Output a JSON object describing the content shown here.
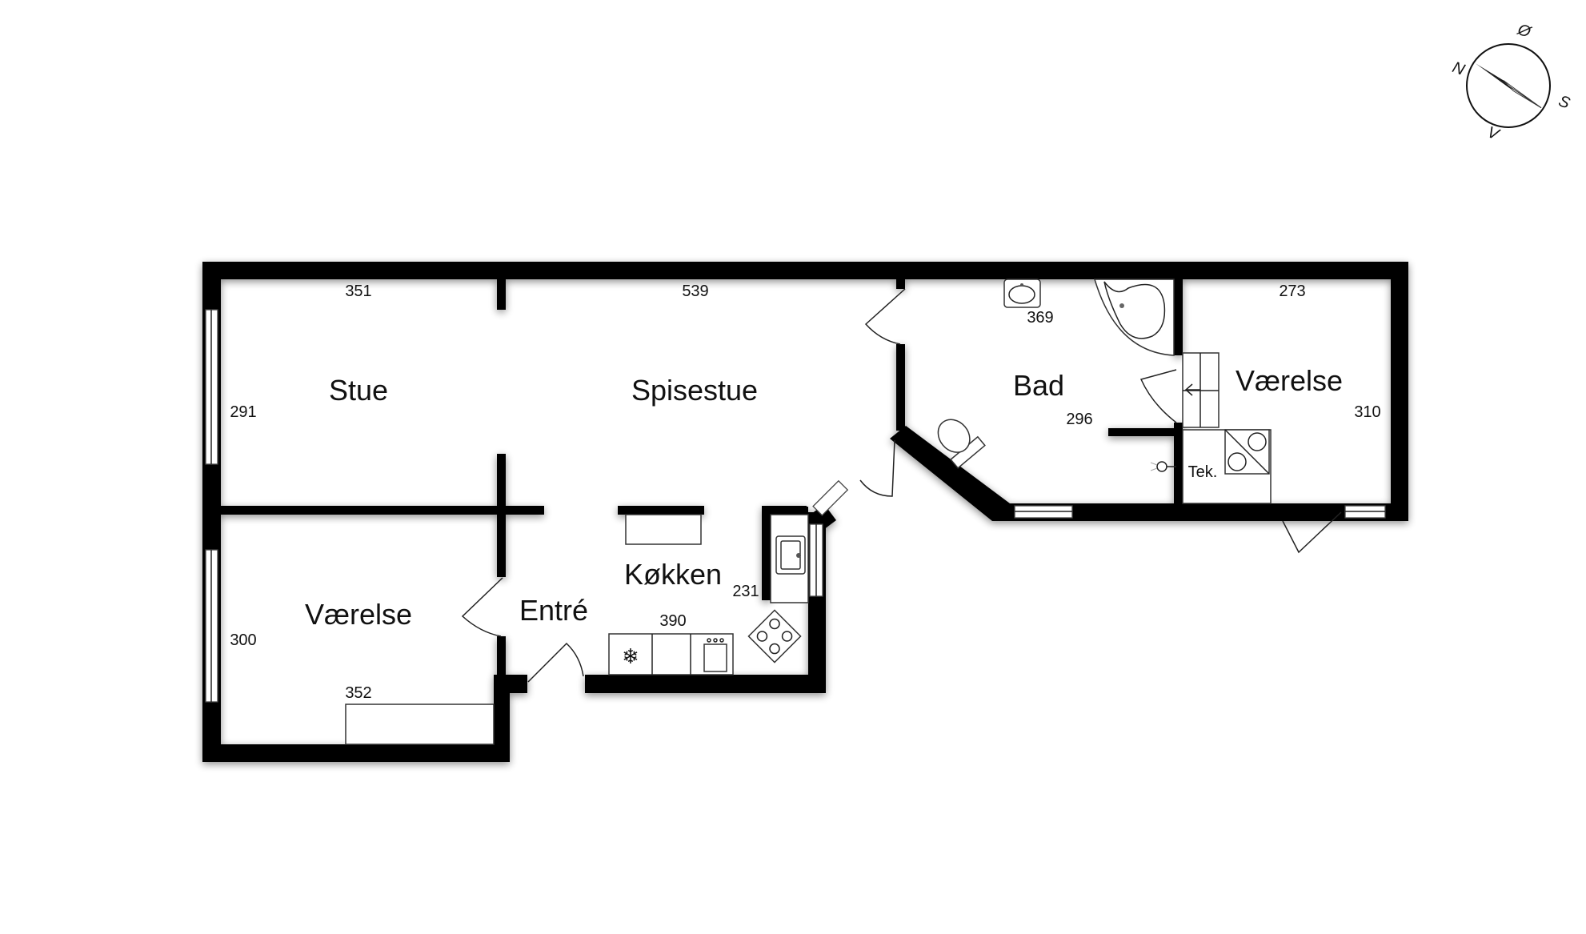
{
  "floorplan": {
    "rooms": {
      "stue": "Stue",
      "spisestue": "Spisestue",
      "vaerelse_left": "Værelse",
      "entre": "Entré",
      "kokken": "Køkken",
      "bad": "Bad",
      "vaerelse_right": "Værelse",
      "tek": "Tek."
    },
    "dimensions": {
      "stue_width": "351",
      "stue_depth": "291",
      "spisestue_width": "539",
      "vaerelse_left_depth": "300",
      "vaerelse_left_width": "352",
      "kokken_width": "390",
      "kokken_depth": "231",
      "bad_width": "369",
      "bad_depth": "296",
      "vaerelse_right_width": "273",
      "vaerelse_right_depth": "310"
    }
  },
  "compass": {
    "north": "N",
    "east": "Ø",
    "south": "S",
    "west": "V"
  }
}
